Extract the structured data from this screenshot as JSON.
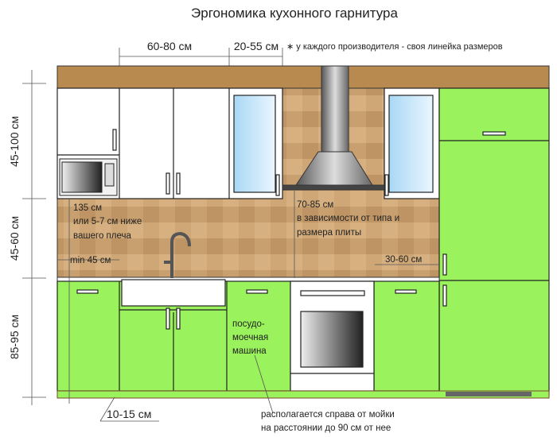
{
  "title": "Эргономика кухонного гарнитура",
  "top_dims": {
    "upper_width": "60-80 см",
    "glass_width": "20-55 см",
    "note": "∗ у каждого производителя - своя линейка размеров"
  },
  "side_dims": {
    "upper": "45-100 см",
    "backsplash": "45-60 см",
    "base": "85-95 см"
  },
  "annotations": {
    "shoulder_1": "135 см",
    "shoulder_2": "или 5-7 см ниже",
    "shoulder_3": "вашего плеча",
    "min_gap": "min 45 см",
    "hood_1": "70-85 см",
    "hood_2": "в зависимости от типа и",
    "hood_3": "размера плиты",
    "side_gap": "30-60 см",
    "dishwasher_1": "посудо-",
    "dishwasher_2": "моечная",
    "dishwasher_3": "машина",
    "plinth": "10-15 см",
    "dw_note_1": "располагается справа от мойки",
    "dw_note_2": "на расстоянии до 90 см от нее"
  },
  "colors": {
    "green": "#9af25c",
    "wood": "#b98a4f",
    "tile": "#c9a06b",
    "white": "#ffffff",
    "line": "#222222"
  }
}
